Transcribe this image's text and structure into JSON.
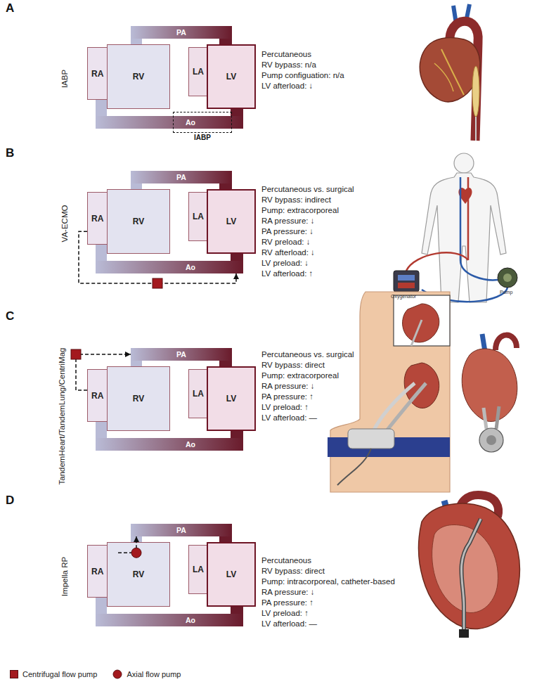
{
  "diagram": {
    "nodes": [
      {
        "text": [
          "PA"
        ]
      },
      {
        "text": [
          "RA"
        ]
      },
      {
        "text": [
          "RV"
        ]
      },
      {
        "text": [
          "LA"
        ]
      },
      {
        "text": [
          "LV"
        ]
      },
      {
        "text": [
          "Ao"
        ]
      },
      {
        "text": [
          "IABP"
        ]
      },
      {
        "text": [
          "PA"
        ]
      },
      {
        "text": [
          "RA"
        ]
      },
      {
        "text": [
          "RV"
        ]
      },
      {
        "text": [
          "LA"
        ]
      },
      {
        "text": [
          "LV"
        ]
      },
      {
        "text": [
          "Ao"
        ]
      },
      {
        "text": [
          "PA"
        ]
      },
      {
        "text": [
          "RA"
        ]
      },
      {
        "text": [
          "RV"
        ]
      },
      {
        "text": [
          "LA"
        ]
      },
      {
        "text": [
          "LV"
        ]
      },
      {
        "text": [
          "Ao"
        ]
      },
      {
        "text": [
          "PA"
        ]
      },
      {
        "text": [
          "RA"
        ]
      },
      {
        "text": [
          "RV"
        ]
      },
      {
        "text": [
          "LA"
        ]
      },
      {
        "text": [
          "LV"
        ]
      },
      {
        "text": [
          "Ao"
        ]
      }
    ],
    "edges": [
      {
        "from": 8,
        "to": 12,
        "arrow": "to"
      },
      {
        "from": 14,
        "to": 13,
        "arrow": "to"
      },
      {
        "from": 20,
        "to": 19,
        "arrow": "to"
      }
    ],
    "labels": [
      "A",
      "IABP",
      "Percutaneous",
      "RV bypass: n/a",
      "Pump configuation: n/a",
      "LV afterload: ↓",
      "B",
      "VA-ECMO",
      "Percutaneous vs. surgical",
      "RV bypass: indirect",
      "Pump: extracorporeal",
      "RA pressure: ↓",
      "PA pressure: ↓",
      "RV preload: ↓",
      "RV afterload: ↓",
      "LV preload: ↓",
      "LV afterload: ↑",
      "Oxygenator",
      "Pump",
      "C",
      "TandemHeart/TandemLung/CentriMag",
      "Percutaneous vs. surgical",
      "RV bypass: direct",
      "Pump: extracorporeal",
      "RA pressure: ↓",
      "PA pressure: ↑",
      "LV preload: ↑",
      "LV afterload: —",
      "D",
      "Impella RP",
      "Percutaneous",
      "RV bypass: direct",
      "Pump: intracorporeal, catheter-based",
      "RA pressure: ↓",
      "PA pressure: ↑",
      "LV preload: ↑",
      "LV afterload: —"
    ],
    "legend": [
      {
        "text": "Centrifugal flow pump",
        "color": "#a3191e"
      },
      {
        "text": "Axial flow pump"
      }
    ]
  }
}
